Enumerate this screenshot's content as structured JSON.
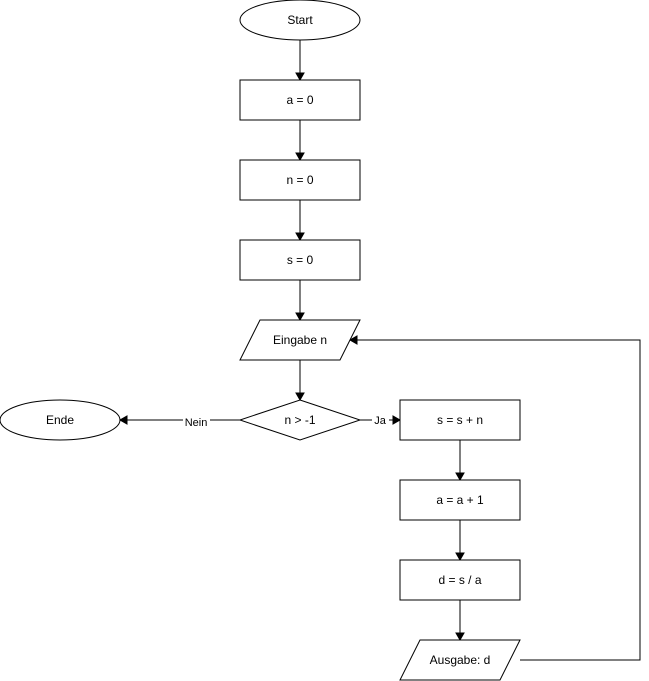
{
  "flowchart": {
    "nodes": {
      "start": "Start",
      "init_a": "a = 0",
      "init_n": "n = 0",
      "init_s": "s = 0",
      "input_n": "Eingabe n",
      "decision": "n > -1",
      "end": "Ende",
      "update_s": "s = s + n",
      "update_a": "a = a + 1",
      "compute_d": "d = s / a",
      "output_d": "Ausgabe: d"
    },
    "edges": {
      "no_label": "Nein",
      "yes_label": "Ja"
    }
  },
  "colors": {
    "stroke": "#000000",
    "fill": "#ffffff",
    "background": "#ffffff"
  }
}
